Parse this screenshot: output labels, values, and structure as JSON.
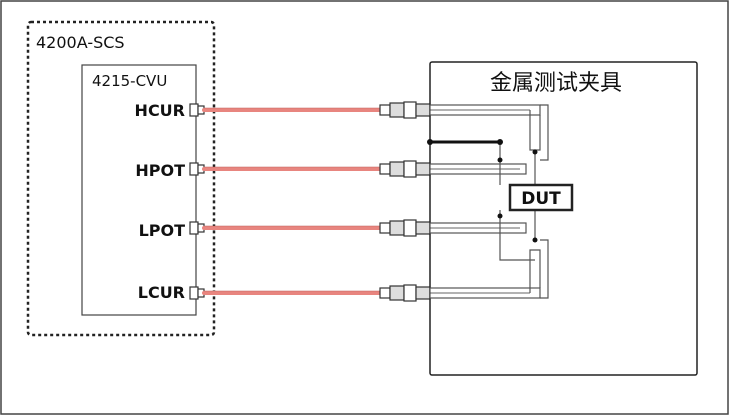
{
  "instrument": {
    "label": "4200A-SCS"
  },
  "module": {
    "label": "4215-CVU"
  },
  "ports": [
    {
      "id": "hcur",
      "label": "HCUR"
    },
    {
      "id": "hpot",
      "label": "HPOT"
    },
    {
      "id": "lpot",
      "label": "LPOT"
    },
    {
      "id": "lcur",
      "label": "LCUR"
    }
  ],
  "fixture": {
    "label": "金属测试夹具"
  },
  "dut": {
    "label": "DUT"
  },
  "colors": {
    "cable": "#e8857f",
    "outline": "#222222",
    "shield": "#555555",
    "background": "#ffffff"
  }
}
